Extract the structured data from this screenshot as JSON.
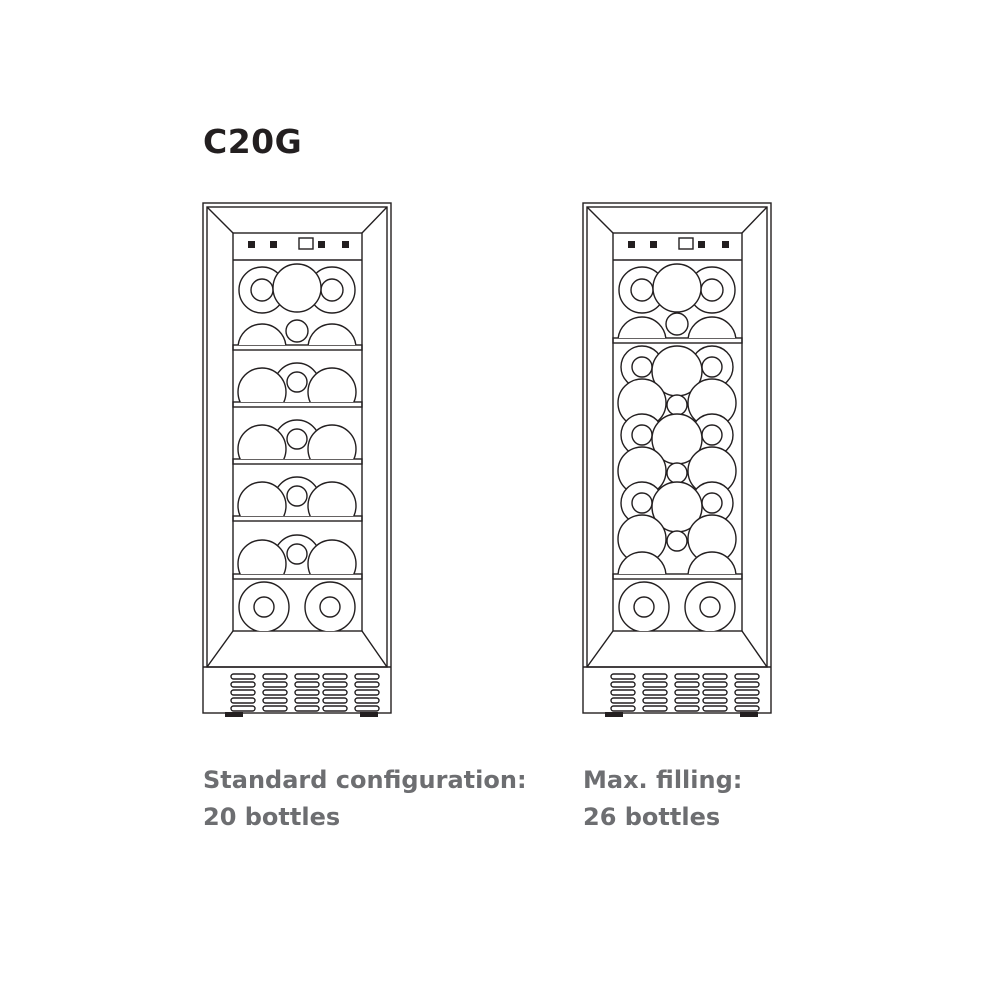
{
  "title": "C20G",
  "configurations": [
    {
      "label": "Standard configuration:",
      "count": "20 bottles",
      "shelf_layout": "standard"
    },
    {
      "label": "Max. filling:",
      "count": "26 bottles",
      "shelf_layout": "max"
    }
  ],
  "colors": {
    "line": "#231f20",
    "title": "#231f20",
    "caption": "#6d6e71"
  }
}
